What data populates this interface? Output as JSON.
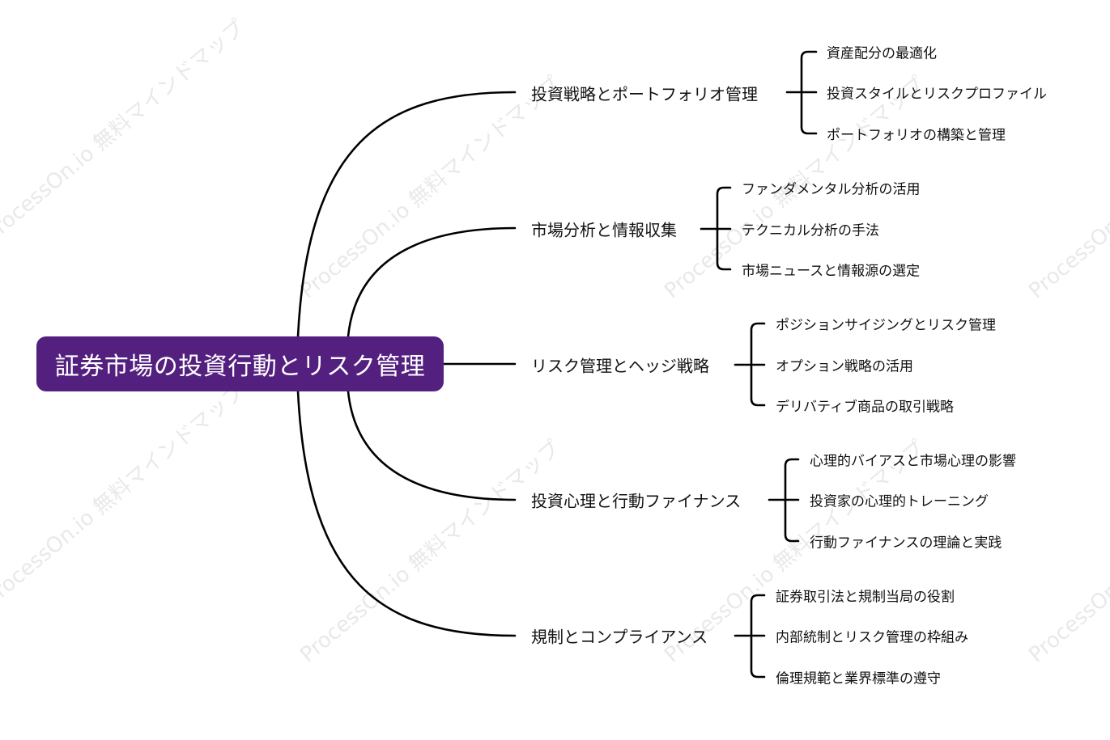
{
  "root": "証券市場の投資行動とリスク管理",
  "branches": [
    {
      "label": "投資戦略とポートフォリオ管理",
      "children": [
        "資産配分の最適化",
        "投資スタイルとリスクプロファイル",
        "ポートフォリオの構築と管理"
      ]
    },
    {
      "label": "市場分析と情報収集",
      "children": [
        "ファンダメンタル分析の活用",
        "テクニカル分析の手法",
        "市場ニュースと情報源の選定"
      ]
    },
    {
      "label": "リスク管理とヘッジ戦略",
      "children": [
        "ポジションサイジングとリスク管理",
        "オプション戦略の活用",
        "デリバティブ商品の取引戦略"
      ]
    },
    {
      "label": "投資心理と行動ファイナンス",
      "children": [
        "心理的バイアスと市場心理の影響",
        "投資家の心理的トレーニング",
        "行動ファイナンスの理論と実践"
      ]
    },
    {
      "label": "規制とコンプライアンス",
      "children": [
        "証券取引法と規制当局の役割",
        "内部統制とリスク管理の枠組み",
        "倫理規範と業界標準の遵守"
      ]
    }
  ],
  "watermark": "ProcessOn.io 無料マインドマップ",
  "colors": {
    "root_bg": "#54207f",
    "root_text": "#ffffff",
    "line": "#000000",
    "text": "#111111",
    "watermark": "#e9e9e9"
  }
}
